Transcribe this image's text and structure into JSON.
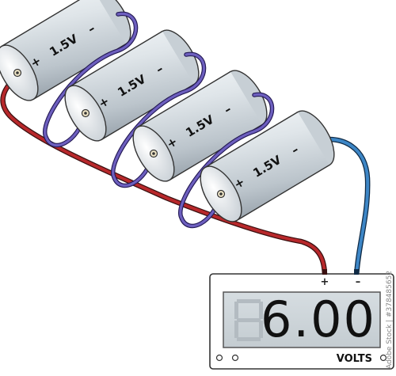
{
  "batteries": [
    {
      "voltage": "1.5V",
      "positive": "+",
      "negative": "–"
    },
    {
      "voltage": "1.5V",
      "positive": "+",
      "negative": "–"
    },
    {
      "voltage": "1.5V",
      "positive": "+",
      "negative": "–"
    },
    {
      "voltage": "1.5V",
      "positive": "+",
      "negative": "–"
    }
  ],
  "meter": {
    "reading": "6.00",
    "unit": "VOLTS",
    "positive_terminal": "+",
    "negative_terminal": "–"
  },
  "wires": {
    "positive_color": "#b8282b",
    "negative_color": "#3d86c6",
    "link_color": "#6d5fbf"
  },
  "watermark": {
    "stock_id": "Adobe Stock | #378485652"
  }
}
